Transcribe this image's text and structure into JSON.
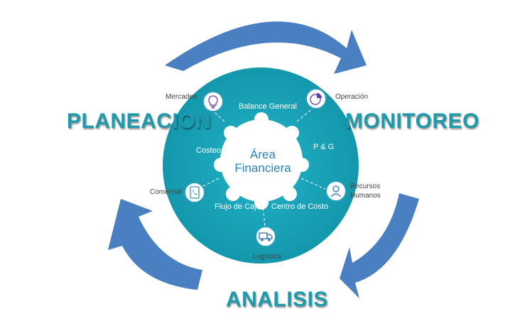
{
  "phases": {
    "planning": "PLANEACION",
    "monitoring": "MONITOREO",
    "analysis": "ANALISIS"
  },
  "center": {
    "line1": "Área",
    "line2": "Financiera"
  },
  "ring_labels": {
    "balance": "Balance  General",
    "pg": "P & G",
    "costeo": "Costeo",
    "flujo": "Flujo  de Caja",
    "centro": "Centro de Costo"
  },
  "outer_labels": {
    "mercadeo": "Mercadeo",
    "operacion": "Operación",
    "rrhh_line1": "Recursos",
    "rrhh_line2": "Humanos",
    "comercial": "Comercial",
    "logistica": "Logística"
  },
  "icons": {
    "mercadeo": "lightbulb-icon",
    "operacion": "pie-chart-icon",
    "rrhh": "person-icon",
    "comercial": "notebook-phone-icon",
    "logistica": "truck-icon"
  },
  "colors": {
    "ring": "#17a2b8",
    "arrow": "#4a7fc1",
    "title": "#1f9aac",
    "center_text": "#2a83b8"
  }
}
